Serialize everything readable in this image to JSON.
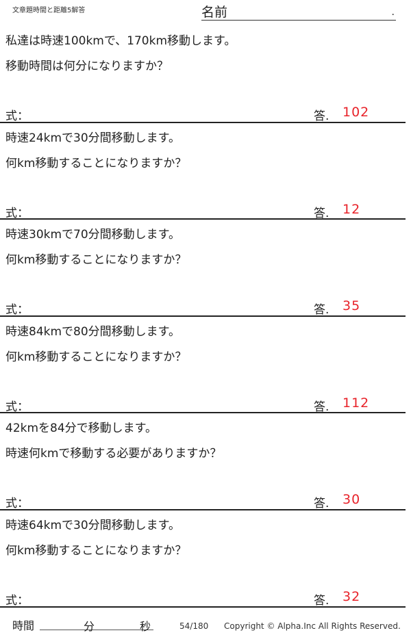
{
  "header": {
    "title": "文章題時間と距離5解答",
    "name_label": "名前",
    "name_dot": "."
  },
  "problems": [
    {
      "line1": "私達は時速100kmで、170km移動します。",
      "line2": "移動時間は何分になりますか？",
      "shiki": "式：",
      "ans_label": "答.",
      "answer": "102"
    },
    {
      "line1": "時速24kmで30分間移動します。",
      "line2": "何km移動することになりますか？",
      "shiki": "式：",
      "ans_label": "答.",
      "answer": "12"
    },
    {
      "line1": "時速30kmで70分間移動します。",
      "line2": "何km移動することになりますか？",
      "shiki": "式：",
      "ans_label": "答.",
      "answer": "35"
    },
    {
      "line1": "時速84kmで80分間移動します。",
      "line2": "何km移動することになりますか？",
      "shiki": "式：",
      "ans_label": "答.",
      "answer": "112"
    },
    {
      "line1": "42kmを84分で移動します。",
      "line2": "時速何kmで移動する必要がありますか？",
      "shiki": "式：",
      "ans_label": "答.",
      "answer": "30"
    },
    {
      "line1": "時速64kmで30分間移動します。",
      "line2": "何km移動することになりますか？",
      "shiki": "式：",
      "ans_label": "答.",
      "answer": "32"
    }
  ],
  "footer": {
    "time_label": "時間",
    "minutes": "分",
    "seconds": "秒",
    "page": "54/180",
    "copyright": "Copyright ©  Alpha.Inc All Rights Reserved."
  },
  "colors": {
    "answer": "#e8232a"
  }
}
